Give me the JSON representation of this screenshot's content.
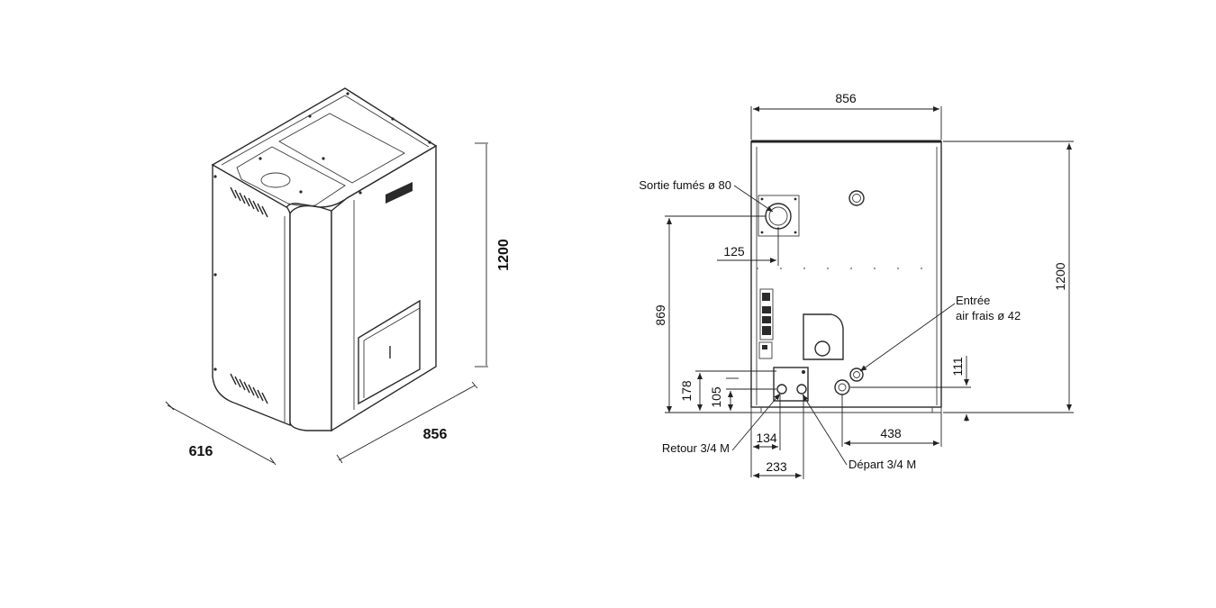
{
  "iso_view": {
    "height": "1200",
    "depth": "616",
    "width": "856"
  },
  "rear_view": {
    "width": "856",
    "height": "1200",
    "flue_offset": "125",
    "flue_height": "869",
    "return_height": "178",
    "flow_height": "105",
    "air_height": "111",
    "return_offset": "134",
    "flow_offset": "233",
    "air_offset": "438",
    "label_flue": "Sortie fumés ø 80",
    "label_air_1": "Entrée",
    "label_air_2": "air frais ø 42",
    "label_return": "Retour 3/4 M",
    "label_flow": "Départ 3/4 M"
  }
}
